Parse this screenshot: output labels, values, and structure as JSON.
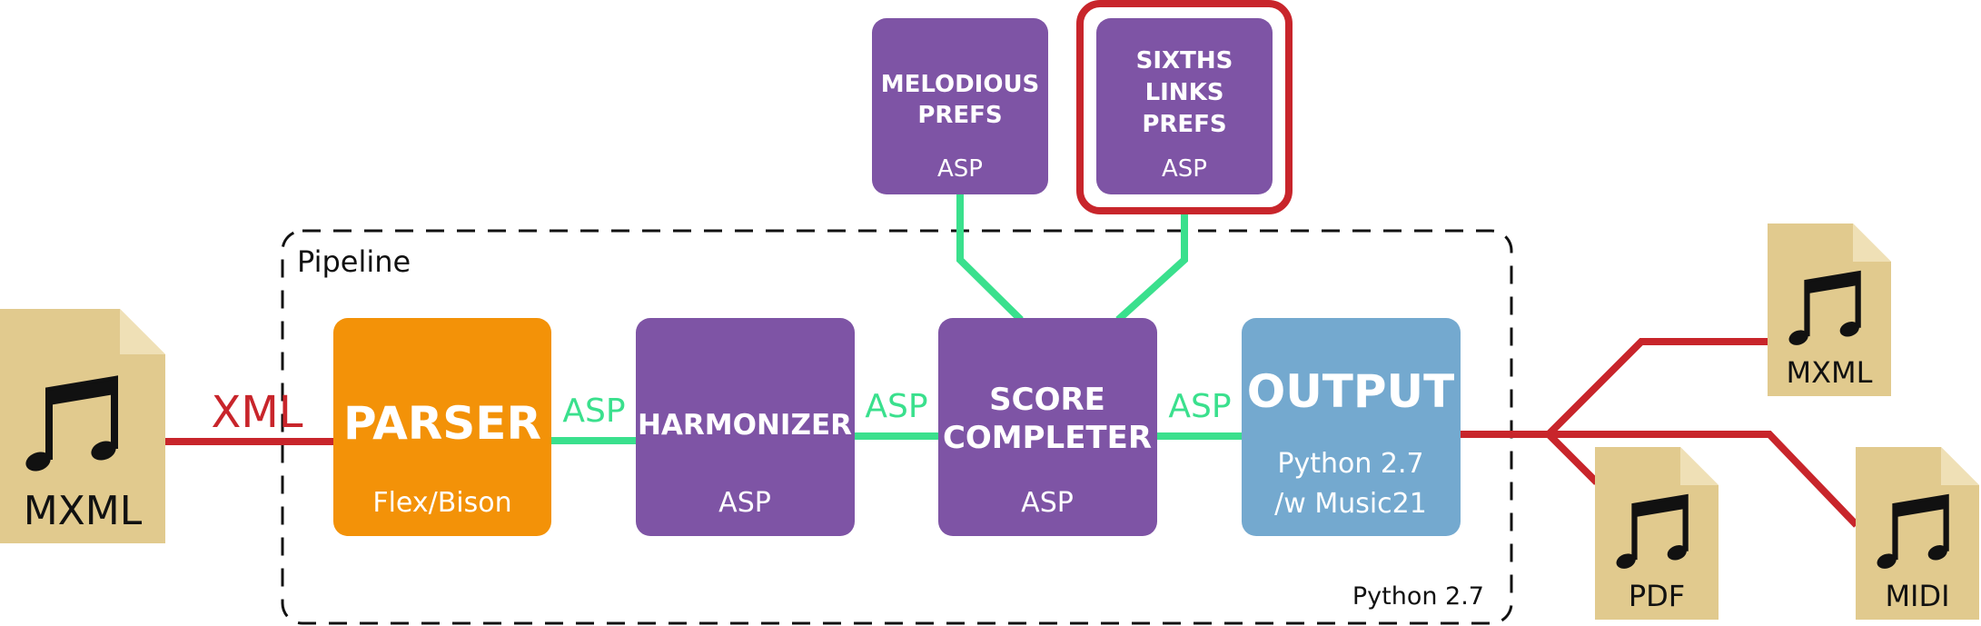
{
  "colors": {
    "orange": "#F39208",
    "purple": "#7E54A5",
    "blue": "#74A9CF",
    "file_bg": "#E1CA8E",
    "file_fold": "#EFE0B6",
    "red": "#C8252B",
    "green": "#3AE08D",
    "highlight": "#C8252B",
    "text_white": "#FFFFFF",
    "text_dark": "#111111"
  },
  "pipeline": {
    "label": "Pipeline",
    "footer": "Python 2.7"
  },
  "input_file": {
    "icon": "music-note-icon",
    "label": "MXML",
    "edge_label": "XML"
  },
  "boxes": {
    "parser": {
      "title": "PARSER",
      "sub": "Flex/Bison"
    },
    "harmonizer": {
      "title": "HARMONIZER",
      "sub": "ASP"
    },
    "score_completer": {
      "title_line1": "SCORE",
      "title_line2": "COMPLETER",
      "sub": "ASP"
    },
    "output": {
      "title": "OUTPUT",
      "sub_line1": "Python 2.7",
      "sub_line2": "/w Music21"
    },
    "melodious_prefs": {
      "title_line1": "MELODIOUS",
      "title_line2": "PREFS",
      "sub": "ASP"
    },
    "sixths_prefs": {
      "title_line1": "SIXTHS",
      "title_line2": "LINKS",
      "title_line3": "PREFS",
      "sub": "ASP"
    }
  },
  "edges": {
    "parser_harmonizer": "ASP",
    "harmonizer_completer": "ASP",
    "completer_output": "ASP"
  },
  "output_files": [
    {
      "icon": "music-note-icon",
      "label": "MXML"
    },
    {
      "icon": "music-note-icon",
      "label": "PDF"
    },
    {
      "icon": "music-note-icon",
      "label": "MIDI"
    }
  ]
}
